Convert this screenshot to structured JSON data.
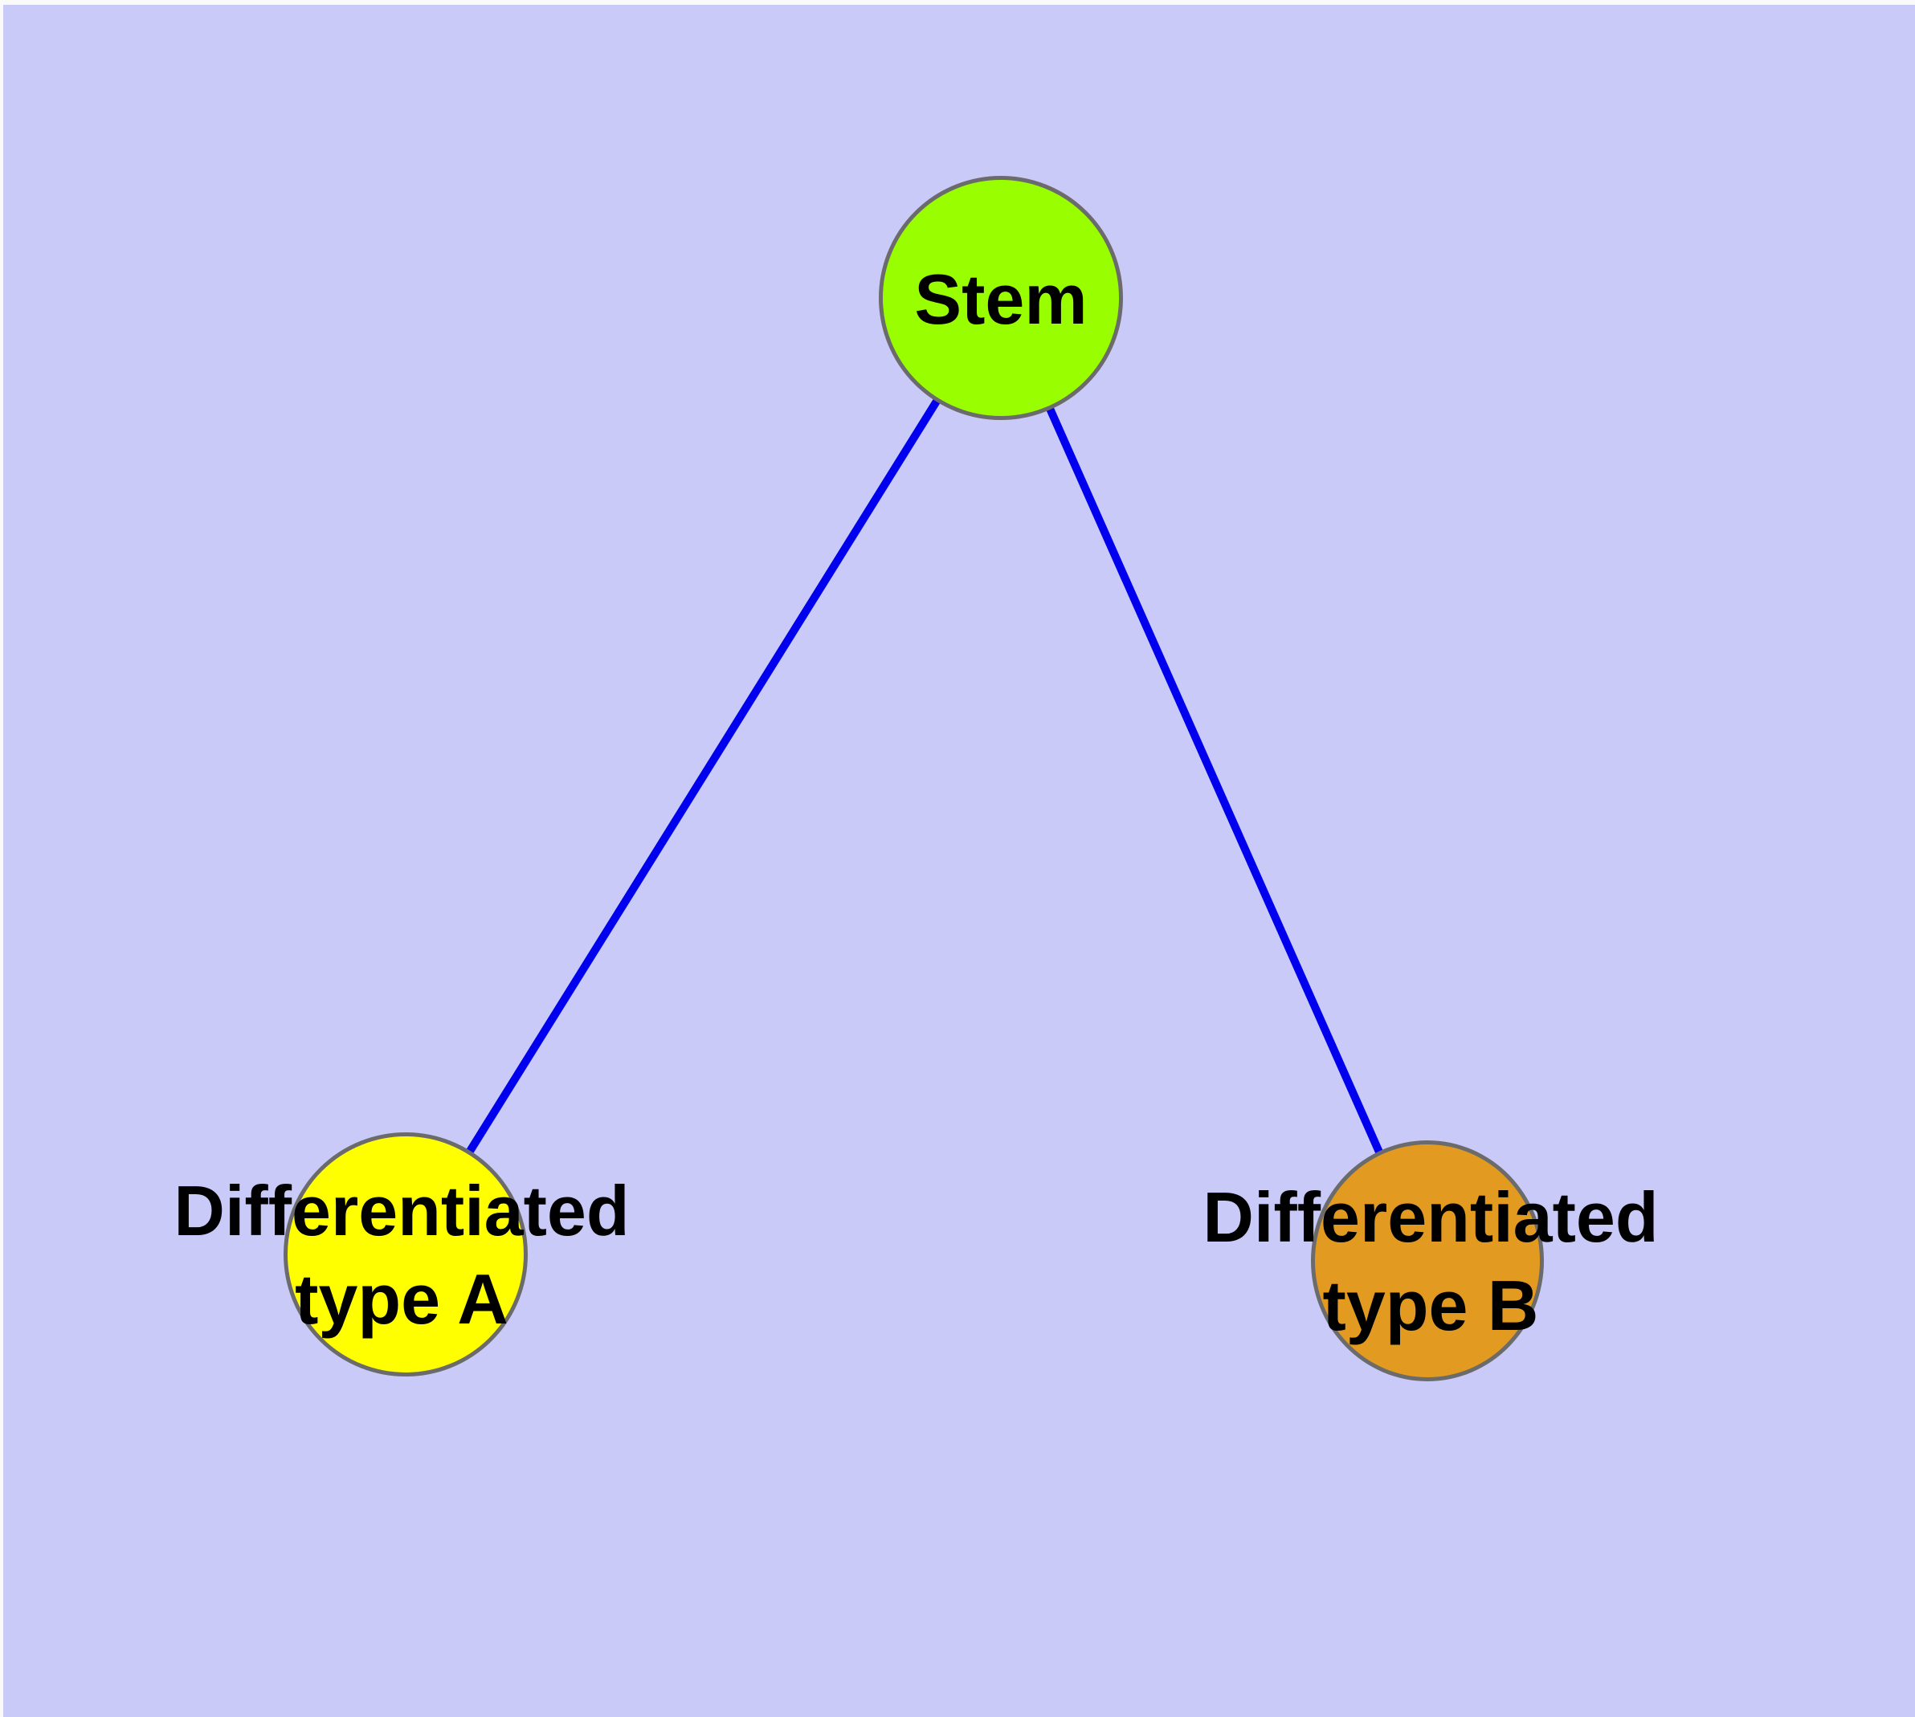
{
  "diagram": {
    "type": "graph",
    "background_color": "#cacaf9",
    "edge_color": "#0000ee",
    "node_border_color": "#6b6b6b",
    "text_color": "#000000"
  },
  "nodes": {
    "stem": {
      "label": "Stem",
      "fill": "#99ff00"
    },
    "type_a": {
      "line1": "Differentiated",
      "line2": "type A",
      "fill": "#ffff00"
    },
    "type_b": {
      "line1": "Differentiated",
      "line2": "type B",
      "fill": "#e29a20"
    }
  },
  "edges": [
    {
      "from": "Stem",
      "to": "Differentiated type A",
      "color": "#0000ee"
    },
    {
      "from": "Stem",
      "to": "Differentiated type B",
      "color": "#0000ee"
    }
  ]
}
